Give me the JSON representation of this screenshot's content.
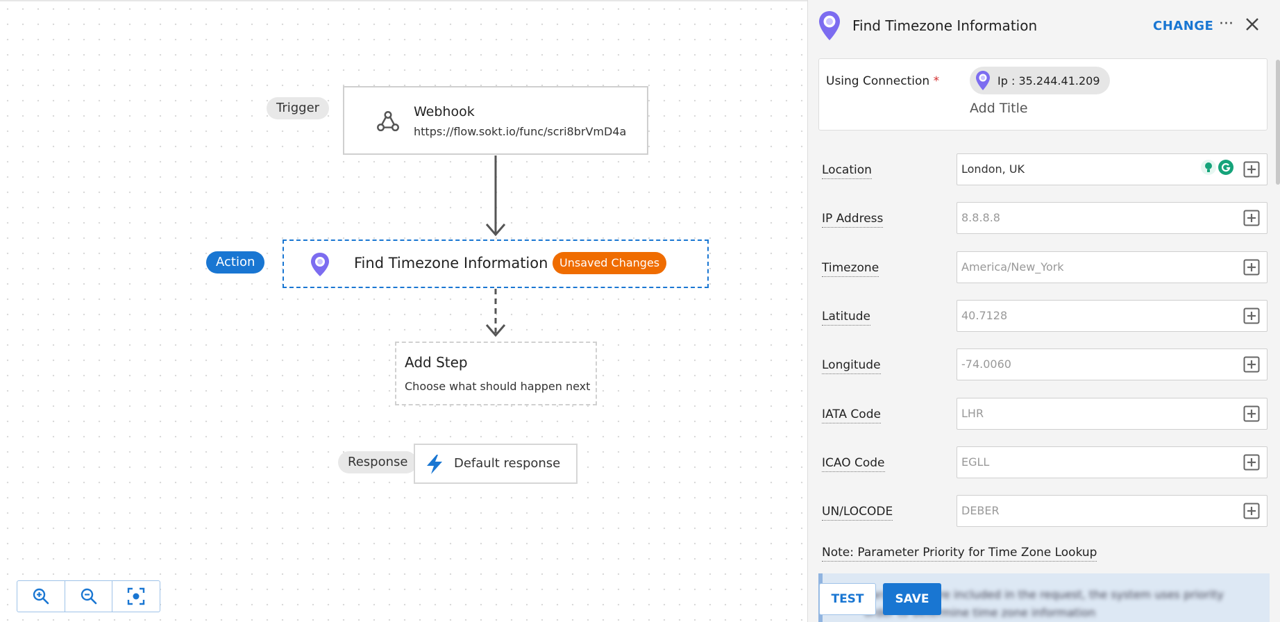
{
  "canvas": {
    "trigger_pill": "Trigger",
    "action_pill": "Action",
    "response_pill": "Response",
    "trigger_node": {
      "title": "Webhook",
      "url": "https://flow.sokt.io/func/scri8brVmD4a",
      "icon": "webhook-icon"
    },
    "action_node": {
      "title": "Find Timezone Information",
      "badge": "Unsaved Changes",
      "icon": "location-pin-icon"
    },
    "add_step": {
      "title": "Add Step",
      "subtitle": "Choose what should happen next"
    },
    "response_node": {
      "label": "Default response",
      "icon": "lightning-icon"
    },
    "zoom_controls": [
      "zoom-in-icon",
      "zoom-out-icon",
      "fit-view-icon"
    ]
  },
  "panel": {
    "title": "Find Timezone Information",
    "change_label": "CHANGE",
    "more_label": "···",
    "connection": {
      "label": "Using Connection",
      "required_mark": "*",
      "chip_label": "Ip : 35.244.41.209",
      "add_title": "Add Title"
    },
    "fields": [
      {
        "label": "Location",
        "value": "London, UK",
        "filled": true
      },
      {
        "label": "IP Address",
        "value": "8.8.8.8",
        "filled": false
      },
      {
        "label": "Timezone",
        "value": "America/New_York",
        "filled": false
      },
      {
        "label": "Latitude",
        "value": "40.7128",
        "filled": false
      },
      {
        "label": "Longitude",
        "value": "-74.0060",
        "filled": false
      },
      {
        "label": "IATA Code",
        "value": "LHR",
        "filled": false
      },
      {
        "label": "ICAO Code",
        "value": "EGLL",
        "filled": false
      },
      {
        "label": "UN/LOCODE",
        "value": "DEBER",
        "filled": false
      }
    ],
    "note_title": "Note: Parameter Priority for Time Zone Lookup",
    "note_text": "parameters are included in the request, the system uses priority order to determine time zone information",
    "test_label": "TEST",
    "save_label": "SAVE"
  },
  "colors": {
    "accent": "#1976d2",
    "badge": "#ef6c00",
    "pin": "#7c6cf0"
  }
}
